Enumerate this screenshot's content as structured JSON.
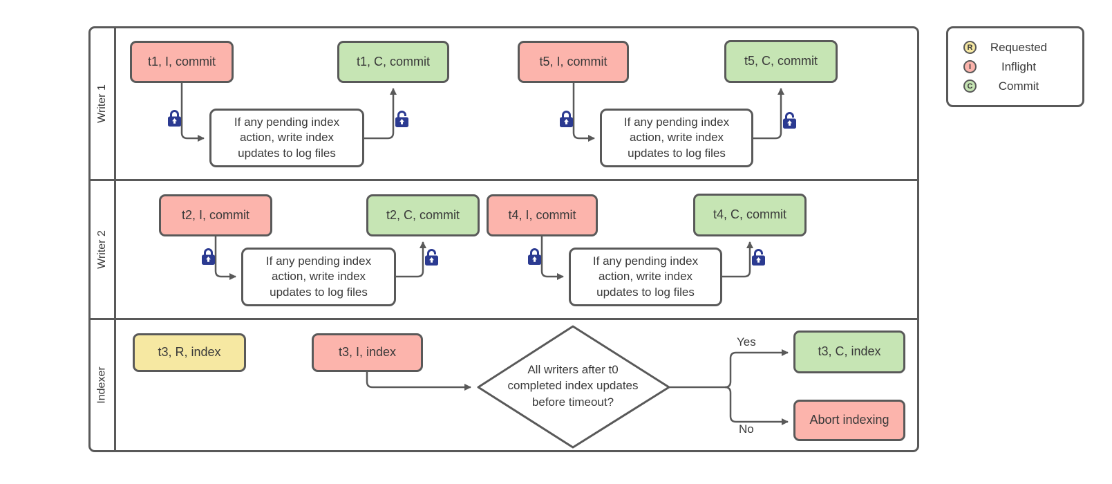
{
  "diagram": {
    "lanes": [
      "Writer 1",
      "Writer 2",
      "Indexer"
    ],
    "legend": [
      {
        "letter": "R",
        "label": "Requested",
        "state": "requested"
      },
      {
        "letter": "I",
        "label": "Inflight",
        "state": "inflight"
      },
      {
        "letter": "C",
        "label": "Commit",
        "state": "commit"
      }
    ],
    "nodes": {
      "t1_inflight": "t1, I, commit",
      "t1_commit": "t1, C, commit",
      "t5_inflight": "t5, I, commit",
      "t5_commit": "t5, C, commit",
      "t2_inflight": "t2, I, commit",
      "t2_commit": "t2, C, commit",
      "t4_inflight": "t4, I, commit",
      "t4_commit": "t4, C, commit",
      "t3_requested": "t3, R, index",
      "t3_inflight": "t3, I, index",
      "t3_commit": "t3, C, index",
      "abort": "Abort indexing"
    },
    "process_text": "If any pending index\naction, write index\nupdates to log files",
    "decision_text": "All writers after t0\ncompleted index updates\nbefore timeout?",
    "branch_labels": {
      "yes": "Yes",
      "no": "No"
    },
    "colors": {
      "requested": "#F6E8A2",
      "inflight": "#FCB4AC",
      "commit": "#C6E5B4",
      "stroke": "#595959",
      "lock": "#2B3A91",
      "text": "#393939"
    }
  }
}
